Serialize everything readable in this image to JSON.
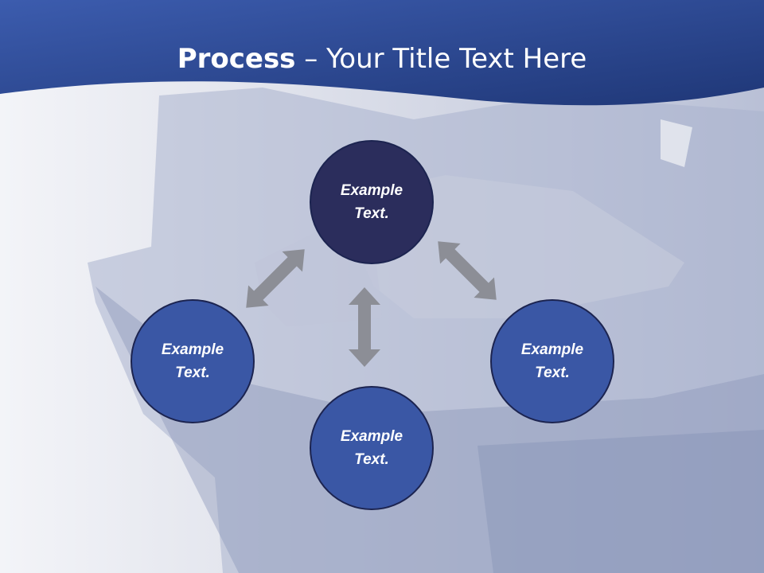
{
  "slide": {
    "title_bold": "Process",
    "title_rest": " – Your Title Text Here"
  },
  "diagram": {
    "nodes": [
      {
        "id": "top",
        "label": "Example\nText."
      },
      {
        "id": "left",
        "label": "Example\nText."
      },
      {
        "id": "right",
        "label": "Example\nText."
      },
      {
        "id": "bottom",
        "label": "Example\nText."
      }
    ],
    "arrows": [
      {
        "from": "top",
        "to": "left",
        "type": "bidirectional"
      },
      {
        "from": "top",
        "to": "right",
        "type": "bidirectional"
      },
      {
        "from": "top",
        "to": "bottom",
        "type": "bidirectional"
      }
    ]
  },
  "colors": {
    "header": "#2e4d98",
    "node_top": "#2b2d5c",
    "node_default": "#3a57a5",
    "arrow": "#8c8e96"
  }
}
